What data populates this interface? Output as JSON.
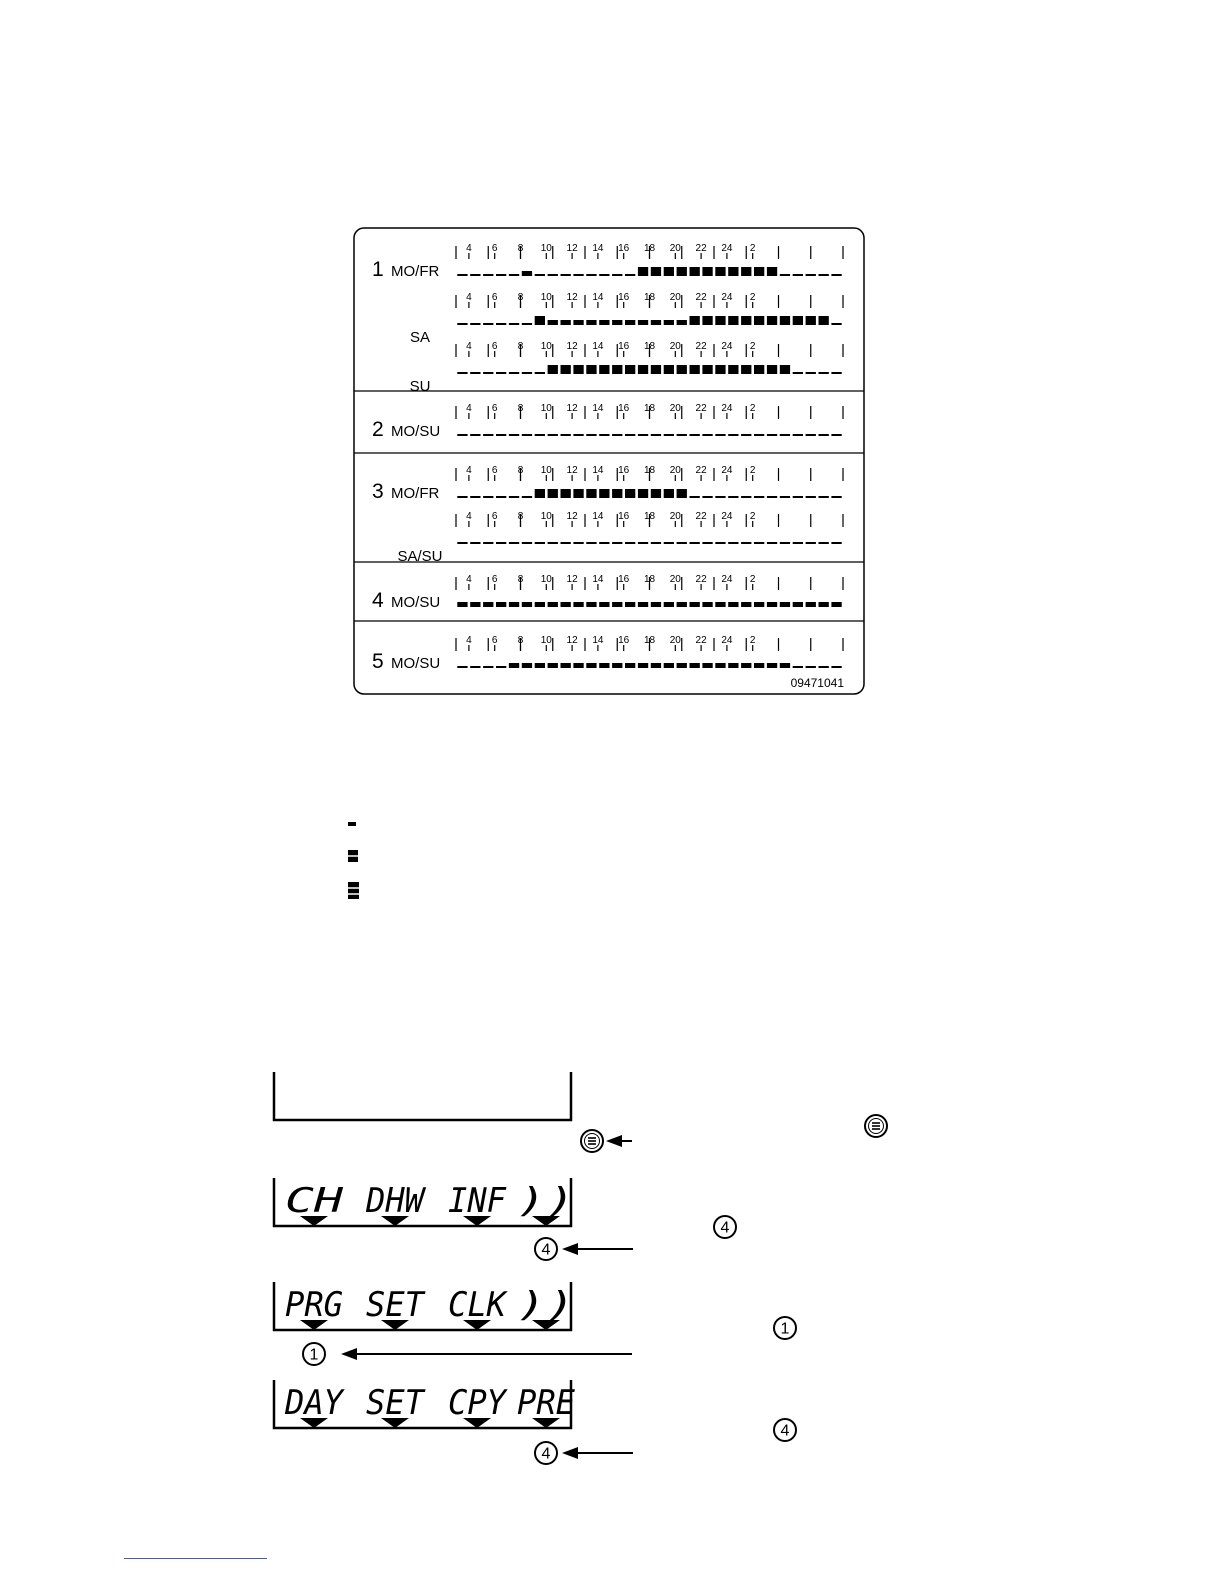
{
  "ticks": [
    "4",
    "6",
    "8",
    "10",
    "12",
    "14",
    "16",
    "18",
    "20",
    "22",
    "24",
    "2"
  ],
  "hours_start": 3,
  "programs": [
    {
      "number": "1",
      "rows": [
        {
          "label": "MO/FR",
          "levels": [
            0,
            0,
            0,
            0,
            0,
            1,
            0,
            0,
            0,
            0,
            0,
            0,
            0,
            0,
            2,
            2,
            2,
            2,
            2,
            2,
            2,
            2,
            2,
            2,
            2,
            0,
            0,
            0,
            0,
            0
          ]
        },
        {
          "label": "SA",
          "levels": [
            0,
            0,
            0,
            0,
            0,
            0,
            2,
            1,
            1,
            1,
            1,
            1,
            1,
            1,
            1,
            1,
            1,
            1,
            2,
            2,
            2,
            2,
            2,
            2,
            2,
            2,
            2,
            2,
            2,
            0
          ]
        },
        {
          "label": "SU",
          "levels": [
            0,
            0,
            0,
            0,
            0,
            0,
            0,
            2,
            2,
            2,
            2,
            2,
            2,
            2,
            2,
            2,
            2,
            2,
            2,
            2,
            2,
            2,
            2,
            2,
            2,
            2,
            0,
            0,
            0,
            0
          ]
        }
      ]
    },
    {
      "number": "2",
      "rows": [
        {
          "label": "MO/SU",
          "levels": [
            0,
            0,
            0,
            0,
            0,
            0,
            0,
            0,
            0,
            0,
            0,
            0,
            0,
            0,
            0,
            0,
            0,
            0,
            0,
            0,
            0,
            0,
            0,
            0,
            0,
            0,
            0,
            0,
            0,
            0
          ]
        }
      ]
    },
    {
      "number": "3",
      "rows": [
        {
          "label": "MO/FR",
          "levels": [
            0,
            0,
            0,
            0,
            0,
            0,
            2,
            2,
            2,
            2,
            2,
            2,
            2,
            2,
            2,
            2,
            2,
            2,
            0,
            0,
            0,
            0,
            0,
            0,
            0,
            0,
            0,
            0,
            0,
            0
          ]
        },
        {
          "label": "SA/SU",
          "levels": [
            0,
            0,
            0,
            0,
            0,
            0,
            0,
            0,
            0,
            0,
            0,
            0,
            0,
            0,
            0,
            0,
            0,
            0,
            0,
            0,
            0,
            0,
            0,
            0,
            0,
            0,
            0,
            0,
            0,
            0
          ]
        }
      ]
    },
    {
      "number": "4",
      "rows": [
        {
          "label": "MO/SU",
          "levels": [
            1,
            1,
            1,
            1,
            1,
            1,
            1,
            1,
            1,
            1,
            1,
            1,
            1,
            1,
            1,
            1,
            1,
            1,
            1,
            1,
            1,
            1,
            1,
            1,
            1,
            1,
            1,
            1,
            1,
            1
          ]
        }
      ]
    },
    {
      "number": "5",
      "rows": [
        {
          "label": "MO/SU",
          "levels": [
            0,
            0,
            0,
            0,
            1,
            1,
            1,
            1,
            1,
            1,
            1,
            1,
            1,
            1,
            1,
            1,
            1,
            1,
            1,
            1,
            1,
            1,
            1,
            1,
            1,
            1,
            0,
            0,
            0,
            0
          ]
        }
      ]
    }
  ],
  "figure_code": "09471041",
  "legend_levels": [
    0,
    1,
    2
  ],
  "displays": [
    {
      "labels": []
    },
    {
      "labels": [
        "CH",
        "DHW",
        "INF",
        "))"
      ]
    },
    {
      "labels": [
        "PRG",
        "SET",
        "CLK",
        "))"
      ]
    },
    {
      "labels": [
        "DAY",
        "SET",
        "CPY",
        "PRE"
      ]
    }
  ],
  "button_symbols": {
    "menu": "≡",
    "one": "1",
    "four": "4"
  }
}
